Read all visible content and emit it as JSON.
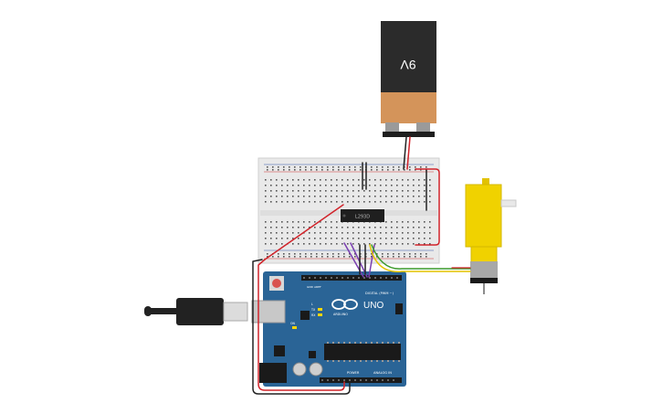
{
  "battery": {
    "label": "9V",
    "body_color": "#2b2b2b",
    "band_color": "#d4945a"
  },
  "breadboard": {
    "chip_label": "L293D",
    "color": "#e9e9e9"
  },
  "arduino": {
    "brand": "ARDUINO",
    "model": "UNO",
    "digital_label": "DIGITAL (PWM ~)",
    "power_label": "POWER",
    "analog_label": "ANALOG IN",
    "aref_label": "AREF",
    "gnd_label": "GND",
    "tx_label": "TX",
    "rx_label": "RX",
    "l_label": "L",
    "on_label": "ON",
    "board_color": "#2a6496"
  },
  "motor": {
    "body_color": "#f0d200"
  },
  "usb_cable": {
    "color": "#222222"
  },
  "wires": {
    "red": "#d1232a",
    "black": "#222222",
    "purple": "#7a3fb0",
    "green": "#3c9a2c",
    "yellow": "#e5c400"
  }
}
